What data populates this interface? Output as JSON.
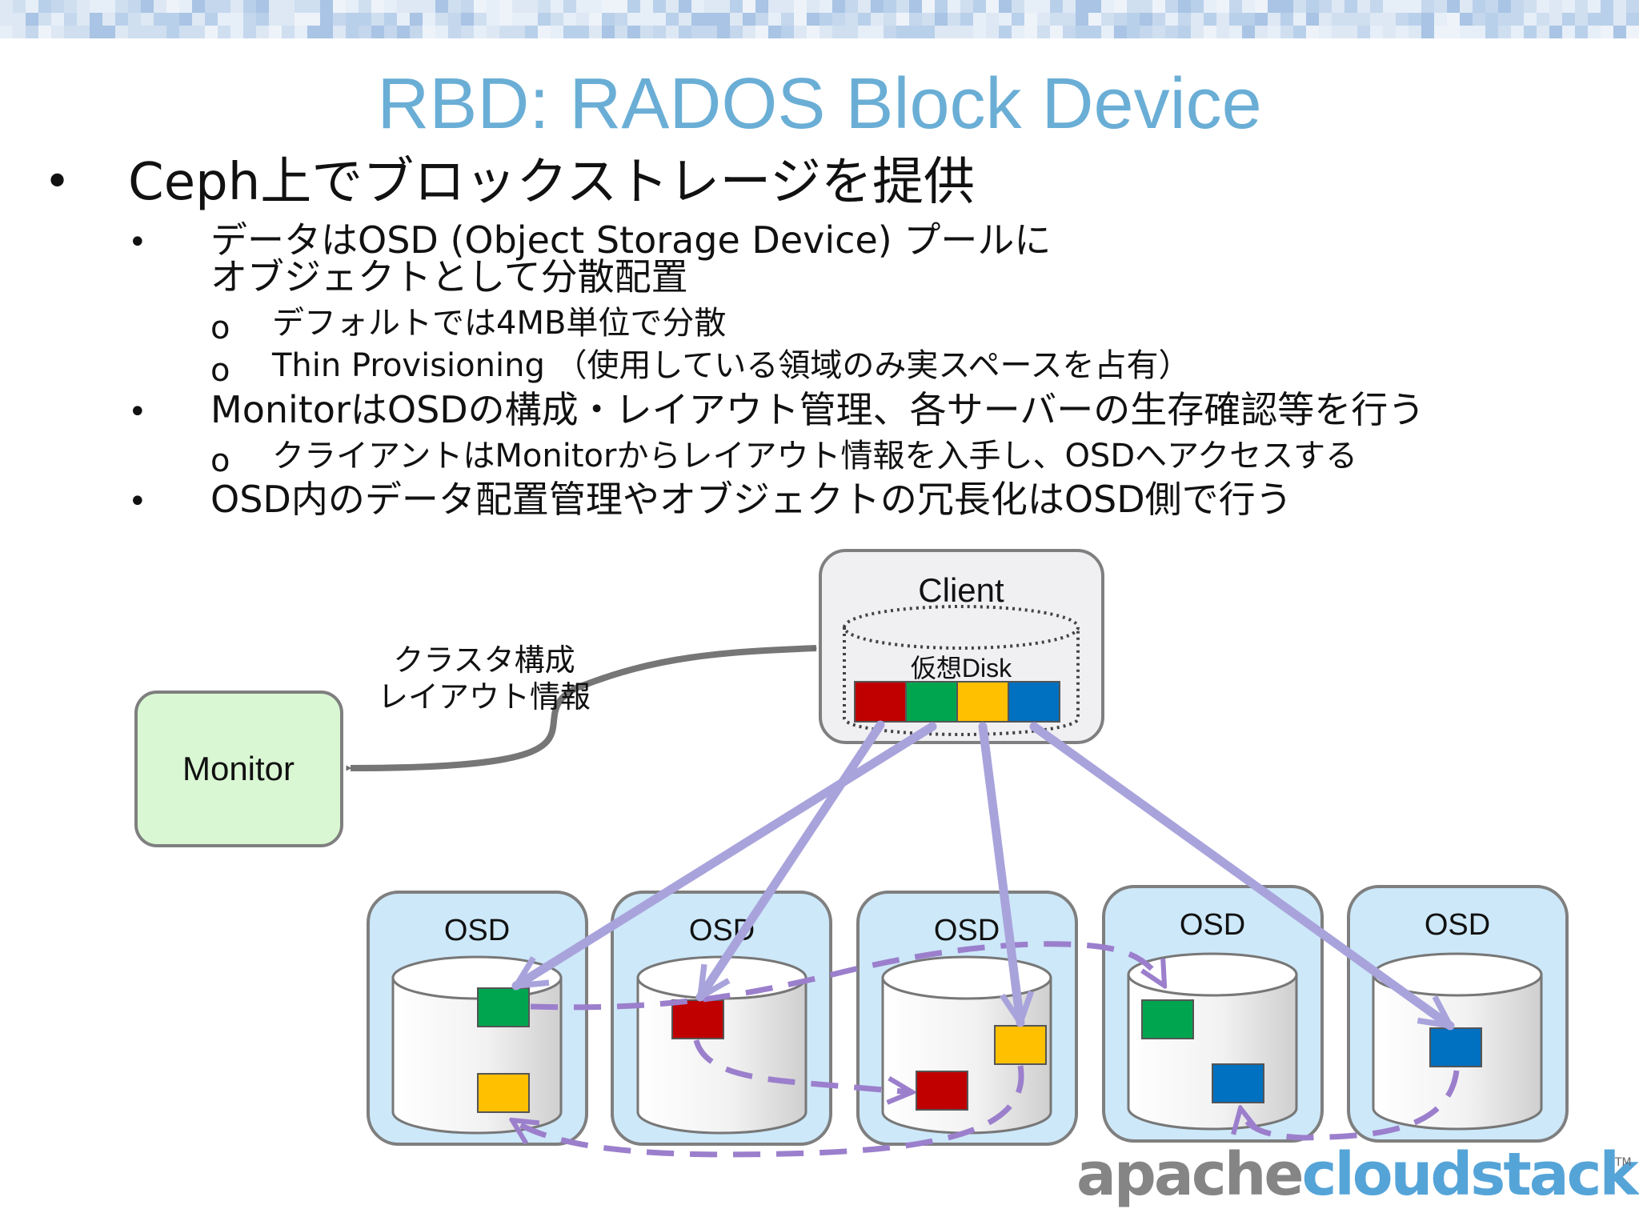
{
  "title": "RBD: RADOS Block Device",
  "bullets": {
    "b1": "Ceph上でブロックストレージを提供",
    "b1_1_line1": "データはOSD (Object Storage Device) プールに",
    "b1_1_line2": "オブジェクトとして分散配置",
    "b1_1_1": "デフォルトでは4MB単位で分散",
    "b1_1_2": "Thin Provisioning （使用している領域のみ実スペースを占有）",
    "b1_2": "MonitorはOSDの構成・レイアウト管理、各サーバーの生存確認等を行う",
    "b1_2_1": "クライアントはMonitorからレイアウト情報を入手し、OSDへアクセスする",
    "b1_3": "OSD内のデータ配置管理やオブジェクトの冗長化はOSD側で行う",
    "dot": "•",
    "circle": "o"
  },
  "diagram": {
    "client_label": "Client",
    "disk_label": "仮想Disk",
    "monitor_label": "Monitor",
    "arrow_label_line1": "クラスタ構成",
    "arrow_label_line2": "レイアウト情報",
    "osd_label": "OSD"
  },
  "logo": {
    "part1": "apache",
    "part2": "cloudstack",
    "tm": "TM"
  },
  "colors": {
    "title": "#6aaed6",
    "red": "#c00000",
    "green": "#00a64f",
    "yellow": "#ffc000",
    "blue": "#0070c0",
    "monitor_fill": "#d9f7d3",
    "osd_fill": "#cde8f9",
    "arrow_purple": "#a9a3dc",
    "dashed_purple": "#9b7fcc"
  }
}
